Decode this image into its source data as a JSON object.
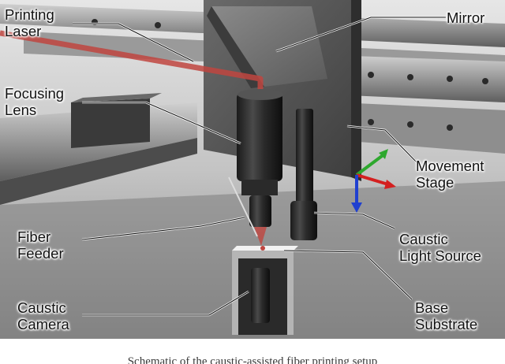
{
  "labels": {
    "printing_laser": [
      "Printing",
      "Laser"
    ],
    "mirror": "Mirror",
    "focusing_lens": [
      "Focusing",
      "Lens"
    ],
    "movement_stage": [
      "Movement",
      "Stage"
    ],
    "fiber_feeder": [
      "Fiber",
      "Feeder"
    ],
    "caustic_light_source": [
      "Caustic",
      "Light Source"
    ],
    "caustic_camera": [
      "Caustic",
      "Camera"
    ],
    "base_substrate": [
      "Base",
      "Substrate"
    ]
  },
  "colors": {
    "laser": "#c0453f",
    "axis_x": "#d42020",
    "axis_y": "#2ea82e",
    "axis_z": "#2040d0",
    "rail": "#7a7a7a",
    "plate": "#5a5a5a"
  },
  "caption": "Schematic of the caustic-assisted fiber printing setup"
}
